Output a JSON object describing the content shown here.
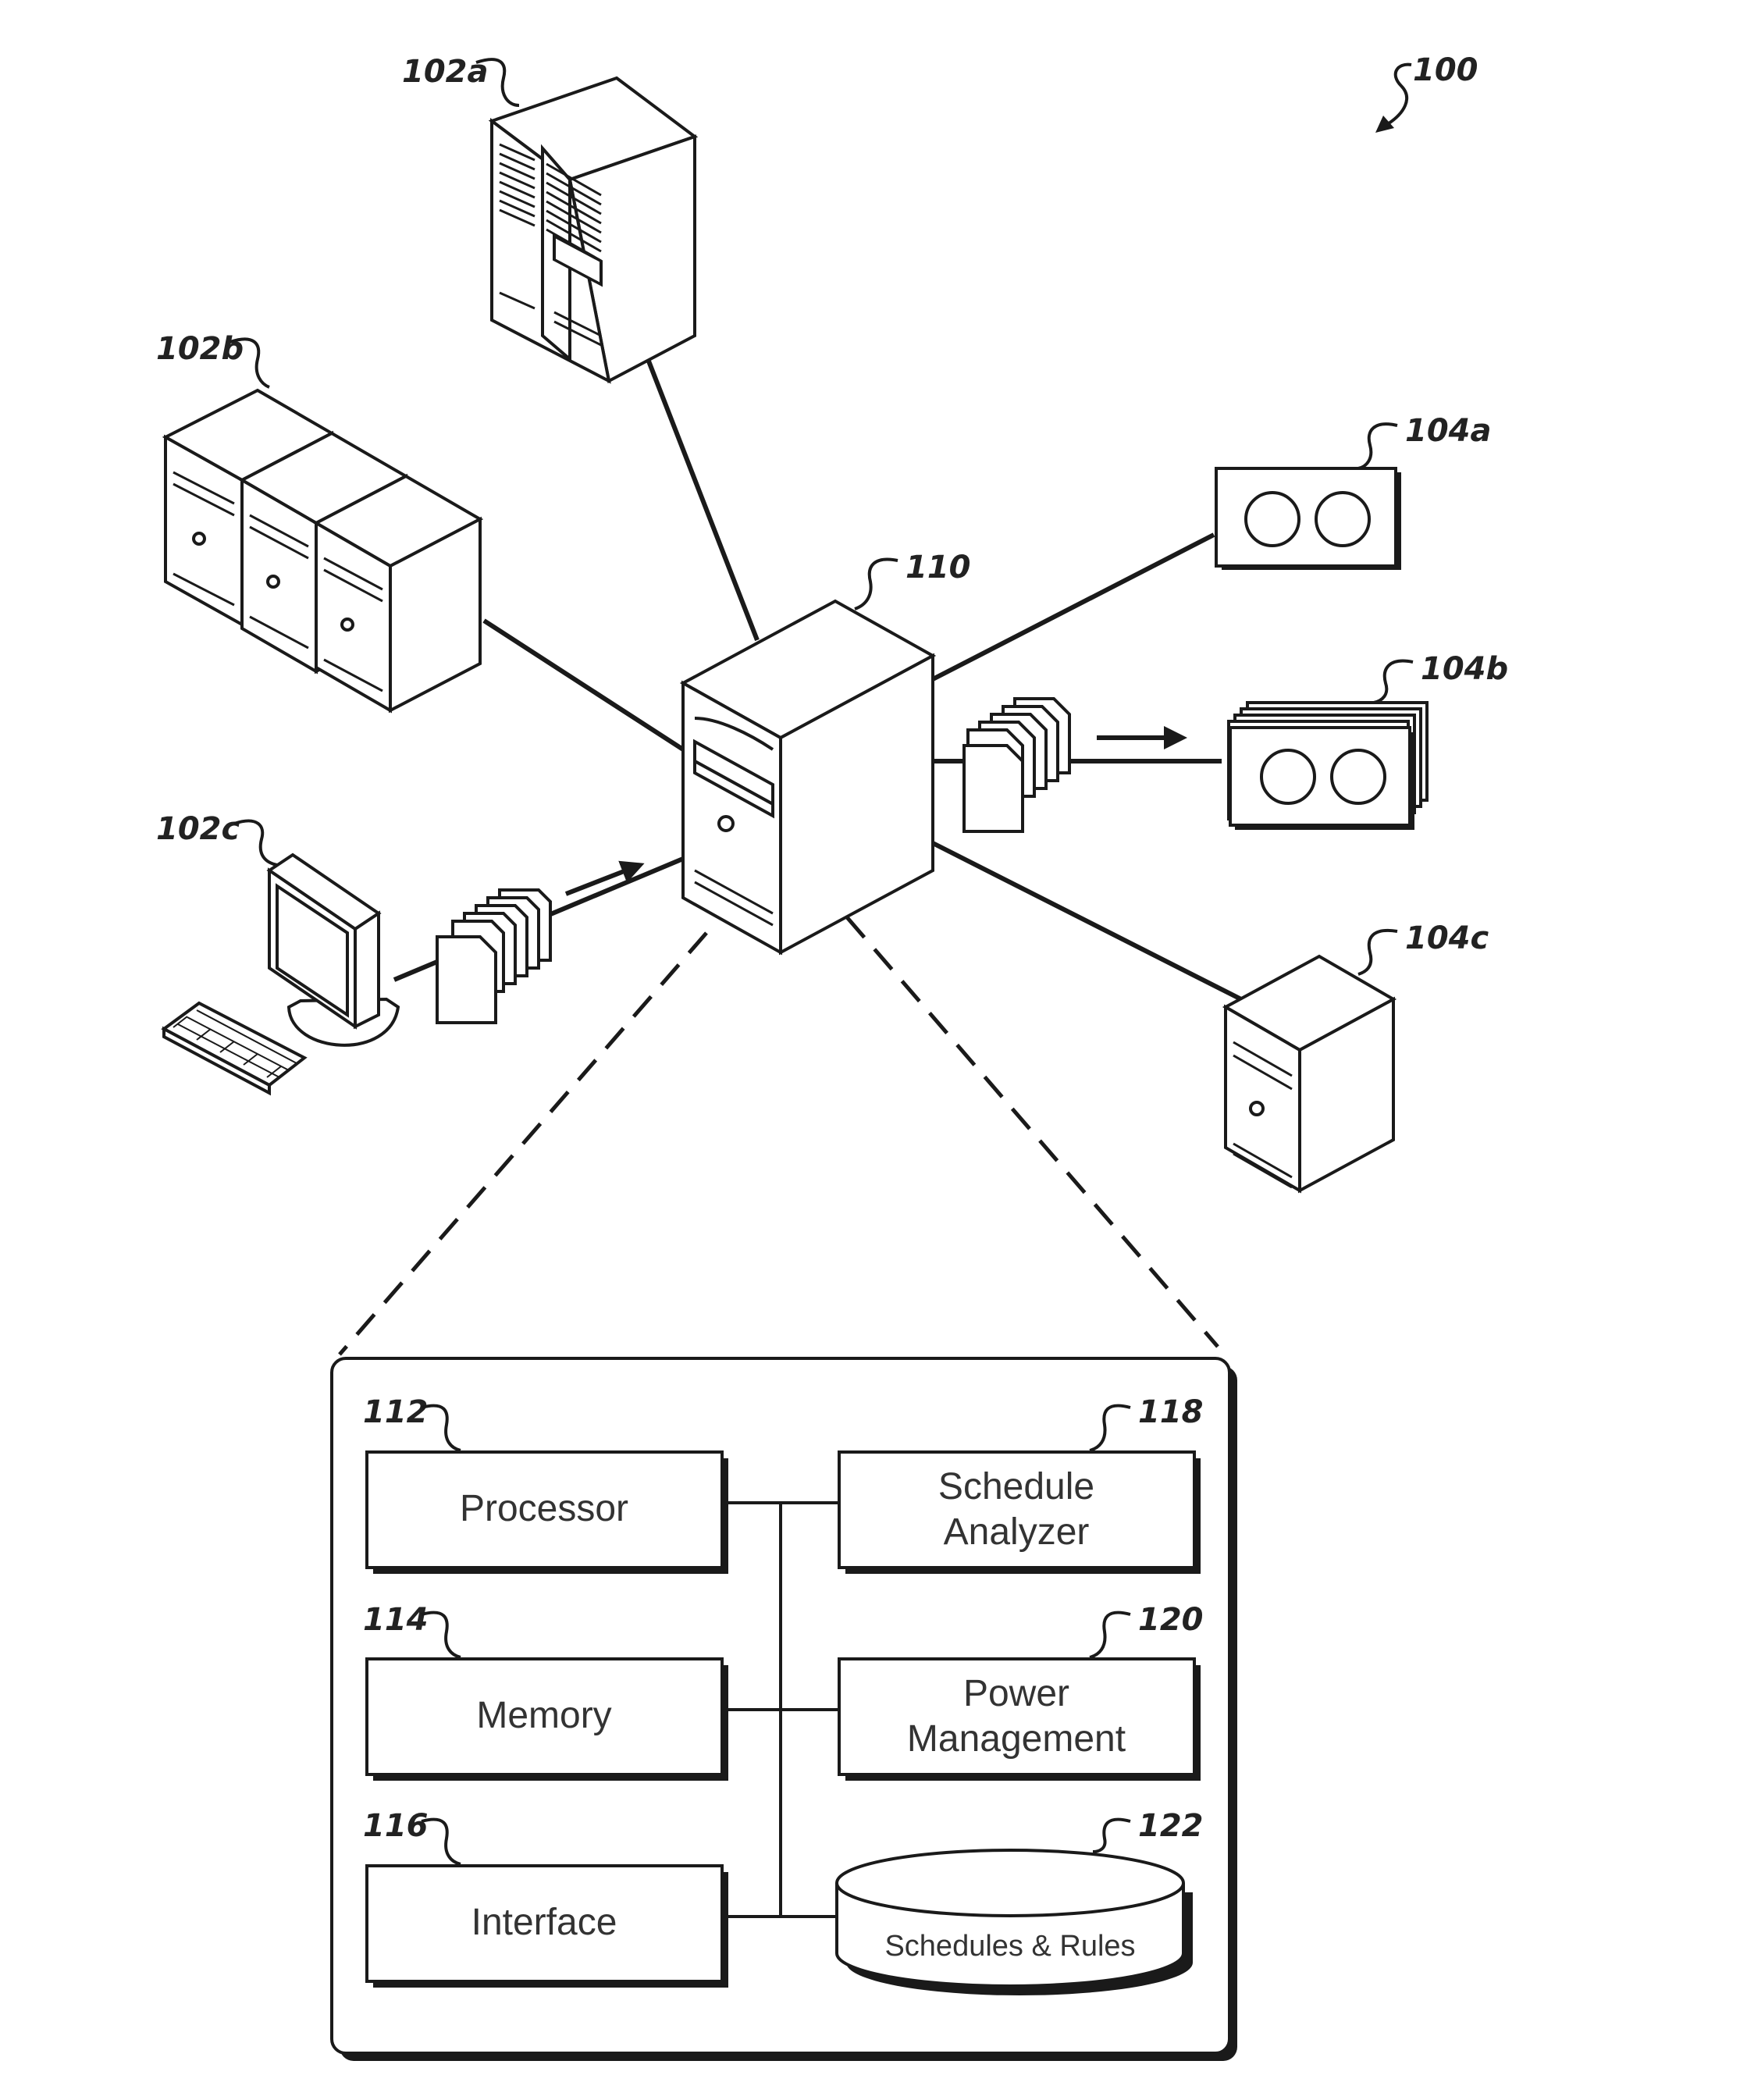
{
  "figure_ref": "100",
  "nodes": {
    "server_102a": "102a",
    "servers_102b": "102b",
    "workstation_102c": "102c",
    "central_server": "110",
    "storage_104a": "104a",
    "storage_104b": "104b",
    "server_104c": "104c"
  },
  "detail": {
    "processor": {
      "ref": "112",
      "label": "Processor"
    },
    "memory": {
      "ref": "114",
      "label": "Memory"
    },
    "interface": {
      "ref": "116",
      "label": "Interface"
    },
    "schedule_analyzer": {
      "ref": "118",
      "label_line1": "Schedule",
      "label_line2": "Analyzer"
    },
    "power_management": {
      "ref": "120",
      "label_line1": "Power",
      "label_line2": "Management"
    },
    "schedules_rules": {
      "ref": "122",
      "label": "Schedules & Rules"
    }
  },
  "icons": [
    "rack-server-icon",
    "tower-server-icon",
    "monitor-icon",
    "keyboard-icon",
    "document-stack-icon",
    "tape-drive-icon",
    "arrow-icon"
  ]
}
